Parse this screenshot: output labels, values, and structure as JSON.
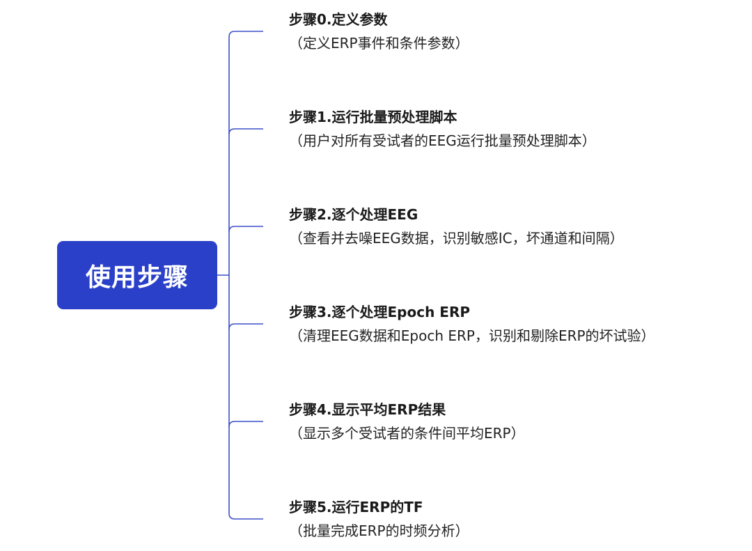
{
  "root": {
    "label": "使用步骤"
  },
  "colors": {
    "root_fill": "#2a40c8",
    "connector": "#3a4fc8"
  },
  "steps": [
    {
      "title": "步骤0.定义参数",
      "desc": "（定义ERP事件和条件参数）"
    },
    {
      "title": "步骤1.运行批量预处理脚本",
      "desc": "（用户对所有受试者的EEG运行批量预处理脚本）"
    },
    {
      "title": "步骤2.逐个处理EEG",
      "desc": "（查看并去噪EEG数据，识别敏感IC，坏通道和间隔）"
    },
    {
      "title": "步骤3.逐个处理Epoch ERP",
      "desc": "（清理EEG数据和Epoch ERP，识别和剔除ERP的坏试验）"
    },
    {
      "title": "步骤4.显示平均ERP结果",
      "desc": "（显示多个受试者的条件间平均ERP）"
    },
    {
      "title": "步骤5.运行ERP的TF",
      "desc": "（批量完成ERP的时频分析）"
    }
  ]
}
